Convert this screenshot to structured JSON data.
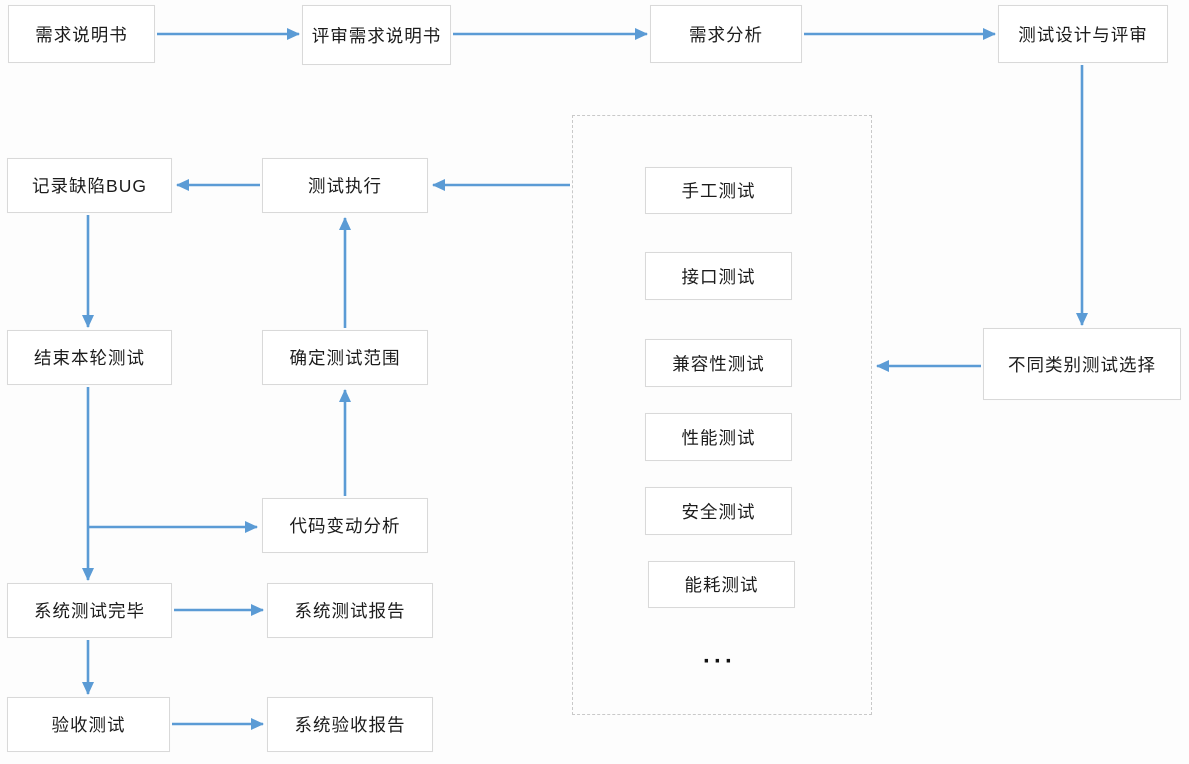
{
  "diagram": {
    "type": "flowchart",
    "language": "zh-CN",
    "accent_color": "#5B9BD5",
    "box_border_color": "#d9d9d9",
    "group_border_color": "#c9c9c9",
    "text_color": "#1c1c1c",
    "background_color": "#fdfdfd",
    "nodes": {
      "req_spec": "需求说明书",
      "review_req_spec": "评审需求说明书",
      "req_analysis": "需求分析",
      "test_design_review": "测试设计与评审",
      "record_bug": "记录缺陷BUG",
      "test_execution": "测试执行",
      "end_round": "结束本轮测试",
      "define_scope": "确定测试范围",
      "code_change": "代码变动分析",
      "sys_test_done": "系统测试完毕",
      "sys_test_report": "系统测试报告",
      "acceptance_test": "验收测试",
      "acceptance_report": "系统验收报告",
      "category_select": "不同类别测试选择"
    },
    "test_types": {
      "manual": "手工测试",
      "interface": "接口测试",
      "compatibility": "兼容性测试",
      "performance": "性能测试",
      "security": "安全测试",
      "energy": "能耗测试",
      "more": "···"
    },
    "edges": [
      {
        "from": "req_spec",
        "to": "review_req_spec"
      },
      {
        "from": "review_req_spec",
        "to": "req_analysis"
      },
      {
        "from": "req_analysis",
        "to": "test_design_review"
      },
      {
        "from": "test_design_review",
        "to": "category_select"
      },
      {
        "from": "category_select",
        "to": "test_types_group"
      },
      {
        "from": "test_types_group",
        "to": "test_execution"
      },
      {
        "from": "test_execution",
        "to": "record_bug"
      },
      {
        "from": "record_bug",
        "to": "end_round"
      },
      {
        "from": "end_round",
        "to": "code_change"
      },
      {
        "from": "end_round",
        "to": "sys_test_done"
      },
      {
        "from": "code_change",
        "to": "define_scope"
      },
      {
        "from": "define_scope",
        "to": "test_execution"
      },
      {
        "from": "sys_test_done",
        "to": "sys_test_report"
      },
      {
        "from": "sys_test_done",
        "to": "acceptance_test"
      },
      {
        "from": "acceptance_test",
        "to": "acceptance_report"
      }
    ]
  }
}
